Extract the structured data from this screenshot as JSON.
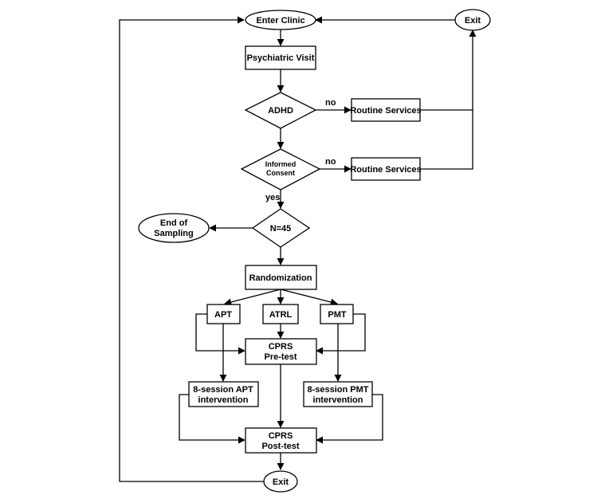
{
  "nodes": {
    "enter_clinic": "Enter Clinic",
    "exit_top": "Exit",
    "psychiatric_visit": "Psychiatric Visit",
    "adhd": "ADHD",
    "routine_services_1": "Routine Services",
    "informed_consent_line1": "Informed",
    "informed_consent_line2": "Consent",
    "routine_services_2": "Routine Services",
    "end_of_sampling_line1": "End of",
    "end_of_sampling_line2": "Sampling",
    "n45": "N=45",
    "randomization": "Randomization",
    "apt": "APT",
    "atrl": "ATRL",
    "pmt": "PMT",
    "cprs_pre_line1": "CPRS",
    "cprs_pre_line2": "Pre-test",
    "apt_session_line1": "8-session APT",
    "apt_session_line2": "intervention",
    "pmt_session_line1": "8-session PMT",
    "pmt_session_line2": "intervention",
    "cprs_post_line1": "CPRS",
    "cprs_post_line2": "Post-test",
    "exit_bottom": "Exit"
  },
  "edge_labels": {
    "adhd_no": "no",
    "consent_no": "no",
    "consent_yes": "yes"
  }
}
